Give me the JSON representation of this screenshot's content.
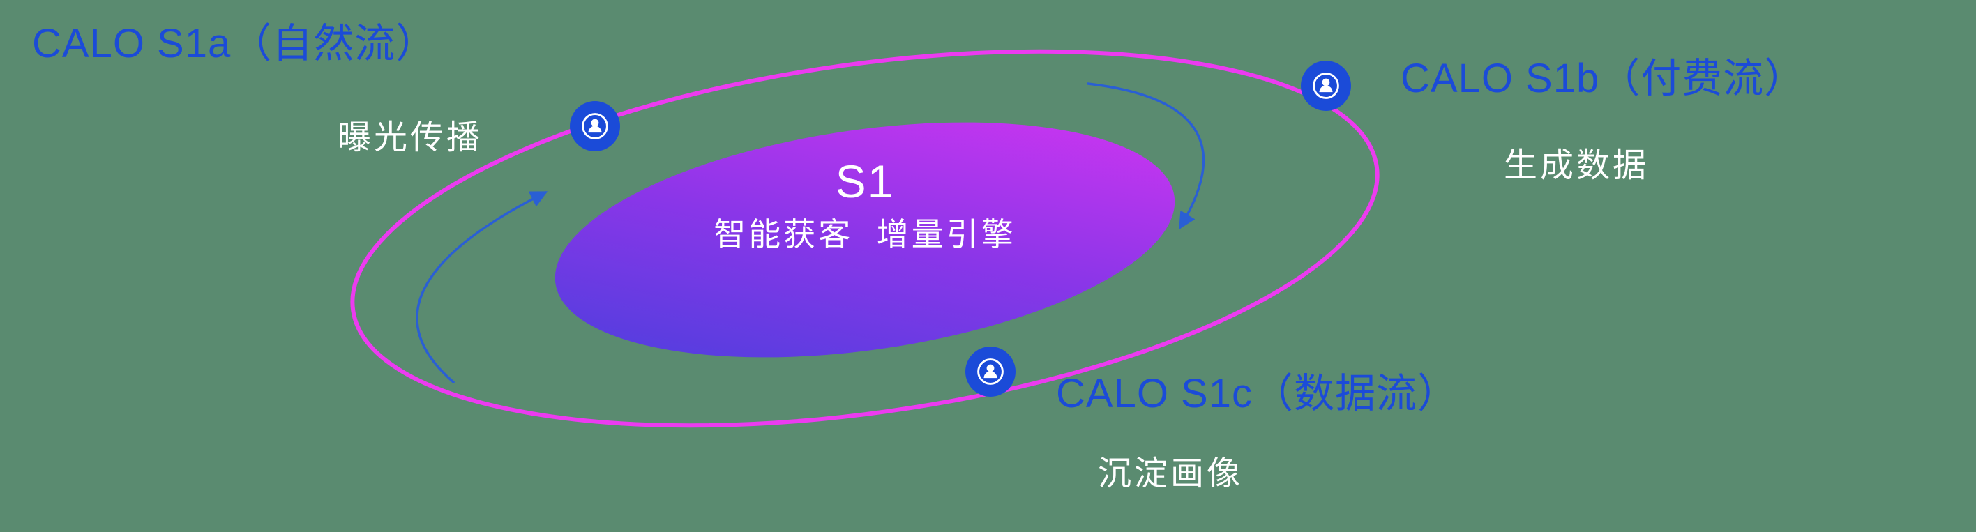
{
  "diagram": {
    "center": {
      "title": "S1",
      "subtitle": "智能获客  增量引擎"
    },
    "nodes": [
      {
        "id": "s1a",
        "title": "CALO S1a（自然流）",
        "subtitle": "曝光传播",
        "icon": "person-icon"
      },
      {
        "id": "s1b",
        "title": "CALO S1b（付费流）",
        "subtitle": "生成数据",
        "icon": "person-icon"
      },
      {
        "id": "s1c",
        "title": "CALO S1c（数据流）",
        "subtitle": "沉淀画像",
        "icon": "person-icon"
      }
    ]
  },
  "colors": {
    "background": "#5a8b70",
    "accent_blue": "#1b4bd8",
    "arrow_blue": "#2a5fd4",
    "ring_magenta": "#ec3bf0",
    "core_gradient_start": "#4540dc",
    "core_gradient_mid": "#8a36e8",
    "core_gradient_end": "#d935f2",
    "text_white": "#ffffff"
  }
}
